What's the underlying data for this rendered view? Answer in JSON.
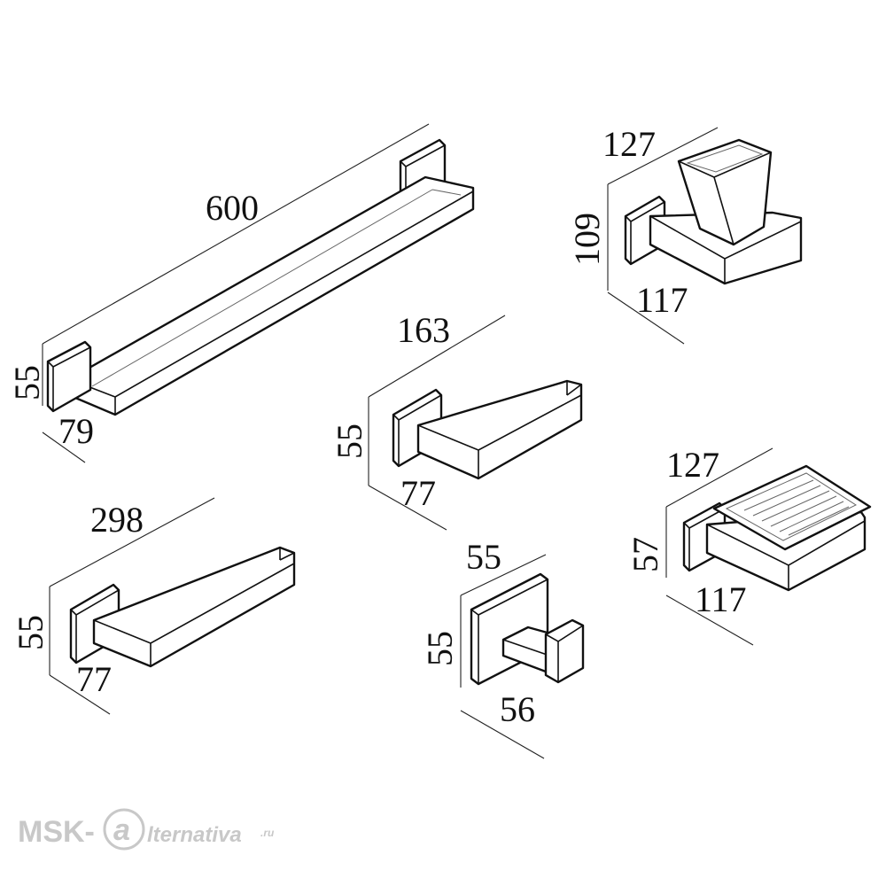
{
  "items": [
    {
      "id": "towel-bar-600",
      "length": "600",
      "height": "55",
      "depth": "79"
    },
    {
      "id": "tumbler-holder",
      "width": "127",
      "height": "109",
      "depth": "117"
    },
    {
      "id": "paper-holder-163",
      "length": "163",
      "height": "55",
      "depth": "77"
    },
    {
      "id": "towel-bar-298",
      "length": "298",
      "height": "55",
      "depth": "77"
    },
    {
      "id": "robe-hook",
      "width": "55",
      "height": "55",
      "depth": "56"
    },
    {
      "id": "soap-dish",
      "width": "127",
      "height": "57",
      "depth": "117"
    }
  ],
  "watermark": {
    "prefix": "MSK-",
    "letter": "a",
    "suffix": "lternativa",
    "tld": ".ru",
    "color": "#c8c8c8"
  }
}
